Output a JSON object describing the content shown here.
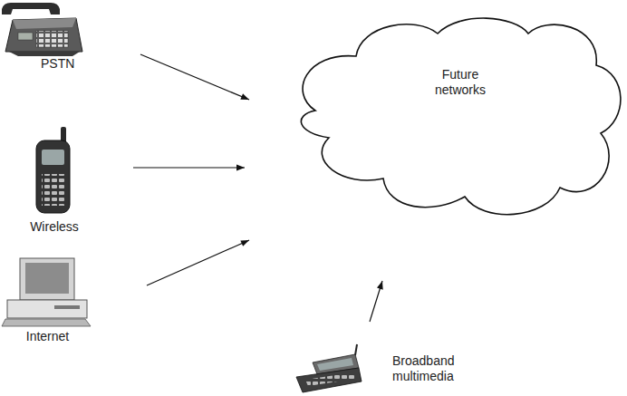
{
  "diagram": {
    "nodes": [
      {
        "text": [
          "PSTN"
        ]
      },
      {
        "text": [
          "Future networks"
        ]
      },
      {
        "text": [
          "Wireless"
        ]
      },
      {
        "text": [
          "Internet"
        ]
      },
      {
        "text": [
          "Broadband multimedia"
        ]
      }
    ],
    "edges": [
      {
        "from": 0,
        "to": 1,
        "arrow": "to"
      },
      {
        "from": 2,
        "to": 1,
        "arrow": "to"
      },
      {
        "from": 3,
        "to": 1,
        "arrow": "to"
      },
      {
        "from": 4,
        "to": 1,
        "arrow": "to"
      }
    ]
  }
}
